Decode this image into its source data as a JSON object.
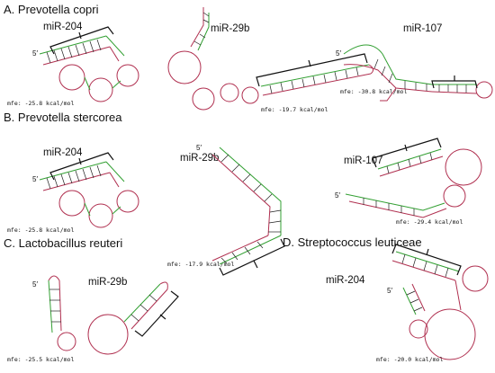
{
  "panels": [
    {
      "title": "A. Prevotella  copri"
    },
    {
      "title": "B. Prevotella  stercorea"
    },
    {
      "title": "C. Lactobacillus reuteri"
    },
    {
      "title": "D. Streptococcus leuticeae"
    }
  ],
  "structures": [
    {
      "mirna": "miR-204",
      "prime": "5′",
      "mfe": "mfe: -25.8 kcal/mol"
    },
    {
      "mirna": "miR-29b",
      "mfe": "mfe: -19.7 kcal/mol"
    },
    {
      "mirna": "miR-107",
      "prime": "5′",
      "mfe": "mfe: -30.8 kcal/mol"
    },
    {
      "mirna": "miR-204",
      "prime": "5′",
      "mfe": "mfe: -25.8 kcal/mol"
    },
    {
      "mirna": "miR-29b",
      "prime": "5′",
      "mfe": "mfe: -17.9 kcal/mol"
    },
    {
      "mirna": "miR-107",
      "prime": "5′",
      "mfe": "mfe: -29.4 kcal/mol"
    },
    {
      "mirna": "miR-29b",
      "prime": "5′",
      "mfe": "mfe: -25.5 kcal/mol"
    },
    {
      "mirna": "miR-204",
      "prime": "5′",
      "mfe": "mfe: -20.0 kcal/mol"
    }
  ],
  "colors": {
    "mirna_strand": "#33a033",
    "target_strand": "#b03050",
    "base_pair": "#222222"
  }
}
